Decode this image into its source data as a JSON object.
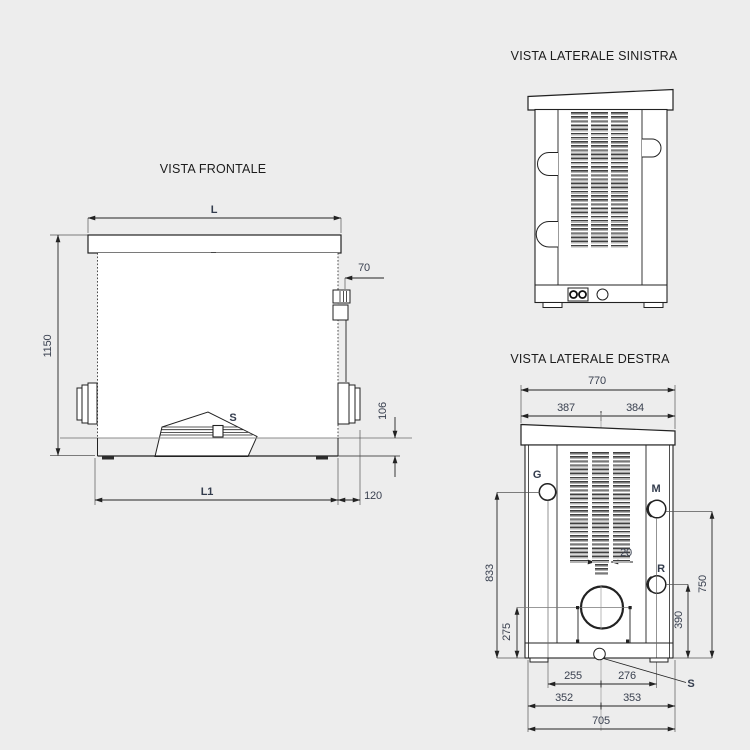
{
  "drawing": {
    "front": {
      "title": "VISTA FRONTALE",
      "dims": {
        "cap_width": "L",
        "total_height": "1150",
        "box_offset": "70",
        "scraper": "S",
        "base_height": "106",
        "body_width": "L1",
        "flange_offset": "120"
      }
    },
    "left_side": {
      "title": "VISTA LATERALE SINISTRA"
    },
    "right_side": {
      "title": "VISTA LATERALE DESTRA",
      "dims": {
        "cap_width": "770",
        "cap_left_half": "387",
        "cap_right_half": "384",
        "vent_gap": "20",
        "fitting_gas": "G",
        "fitting_flow": "M",
        "fitting_return": "R",
        "drain": "S",
        "gas_height": "833",
        "flue_height": "275",
        "flow_height": "750",
        "return_height": "390",
        "gas_from_center": "255",
        "flow_from_center": "276",
        "left_half_width": "352",
        "right_half_width": "353",
        "body_width": "705"
      }
    }
  }
}
